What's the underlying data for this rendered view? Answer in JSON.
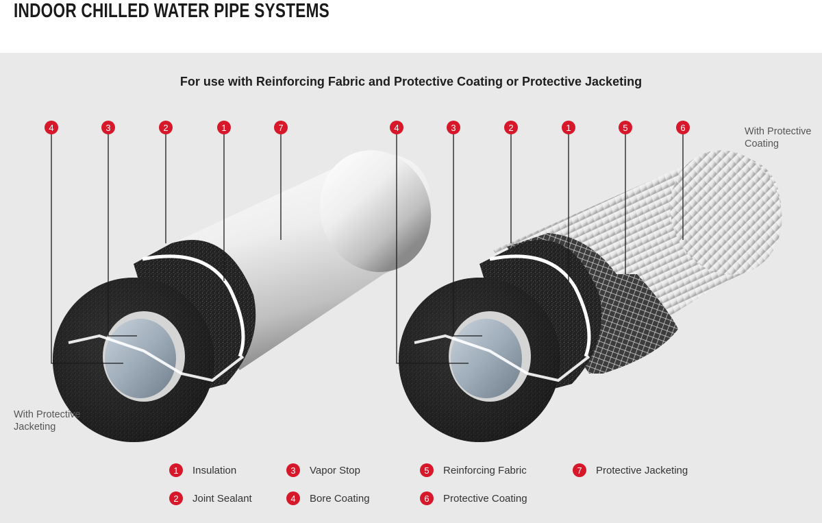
{
  "title": "INDOOR CHILLED WATER PIPE SYSTEMS",
  "subtitle": "For use with Reinforcing Fabric and Protective Coating or Protective Jacketing",
  "left_diagram": {
    "markers": [
      "4",
      "3",
      "2",
      "1",
      "7"
    ],
    "caption": "With Protective Jacketing"
  },
  "right_diagram": {
    "markers": [
      "4",
      "3",
      "2",
      "1",
      "5",
      "6"
    ],
    "caption": "With Protective Coating"
  },
  "legend": [
    {
      "num": "1",
      "label": "Insulation"
    },
    {
      "num": "2",
      "label": "Joint Sealant"
    },
    {
      "num": "3",
      "label": "Vapor Stop"
    },
    {
      "num": "4",
      "label": "Bore Coating"
    },
    {
      "num": "5",
      "label": "Reinforcing Fabric"
    },
    {
      "num": "6",
      "label": "Protective Coating"
    },
    {
      "num": "7",
      "label": "Protective Jacketing"
    }
  ],
  "colors": {
    "accent": "#d7182a",
    "background": "#e9e9e9",
    "insulation": "#1e1e1e",
    "jacketing": "#f2f2f2"
  }
}
